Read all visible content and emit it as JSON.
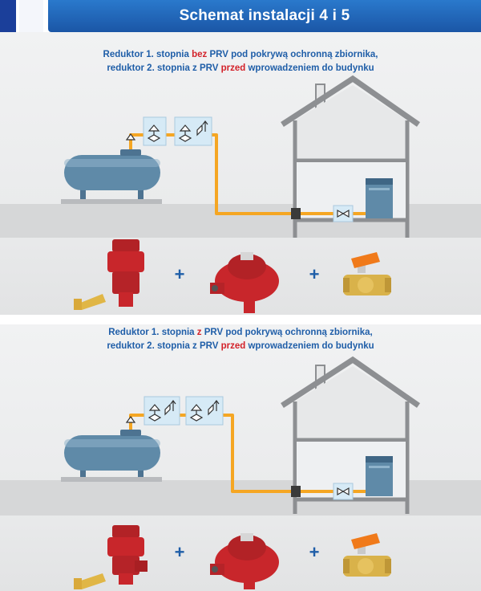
{
  "header": {
    "title": "Schemat instalacji 4 i 5"
  },
  "sections": [
    {
      "caption_line1": {
        "a": "Reduktor 1. stopnia ",
        "b": "bez",
        "c": " PRV pod pokrywą ochronną zbiornika,"
      },
      "caption_line2": {
        "a": "reduktor 2. stopnia z PRV ",
        "b": "przed",
        "c": " wprowadzeniem do budynku"
      },
      "plus1": "+",
      "plus2": "+"
    },
    {
      "caption_line1": {
        "a": "Reduktor 1. stopnia ",
        "b": "z",
        "c": " PRV pod pokrywą ochronną zbiornika,"
      },
      "caption_line2": {
        "a": "reduktor 2. stopnia z PRV ",
        "b": "przed",
        "c": " wprowadzeniem do budynku"
      },
      "plus1": "+",
      "plus2": "+"
    }
  ],
  "colors": {
    "title_blue": "#1f5ea8",
    "highlight_red": "#d3222a",
    "pipe_orange": "#f5a623",
    "tank_blue": "#5f8aa8",
    "regulator_red": "#c8262b",
    "valve_handle_orange": "#f07a1a",
    "brass": "#d9b24a"
  },
  "icons": [
    "lpg-tank-icon",
    "first-stage-regulator-icon",
    "second-stage-regulator-icon",
    "ball-valve-icon",
    "house-icon",
    "boiler-icon"
  ]
}
